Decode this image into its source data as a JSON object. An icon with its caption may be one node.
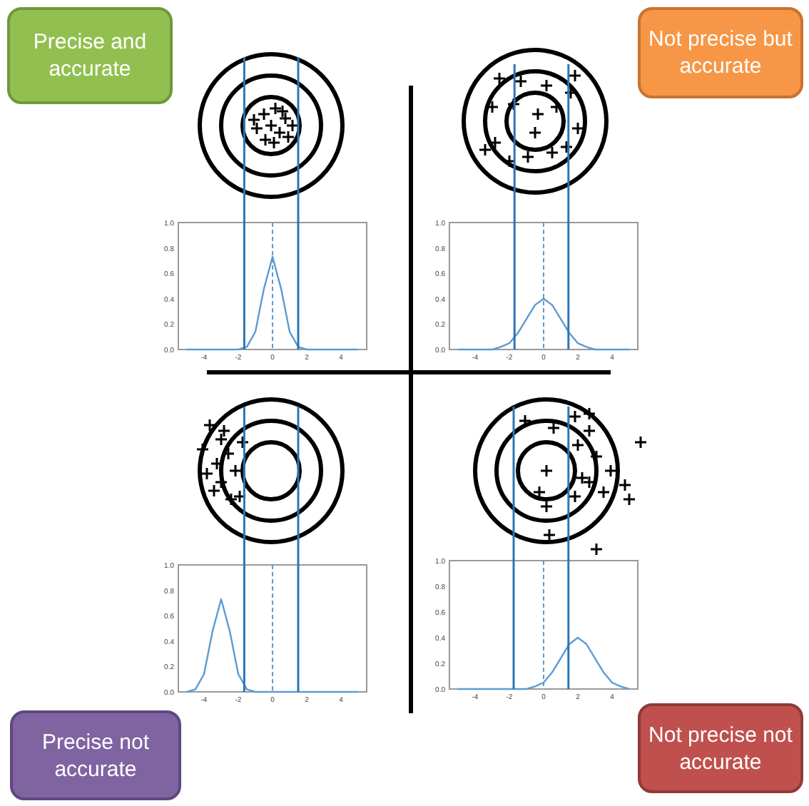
{
  "diagram": {
    "nodes": [
      {
        "text": [
          "Precise and accurate"
        ]
      },
      {
        "text": [
          "Not precise but accurate"
        ]
      },
      {
        "text": [
          "Precise not accurate"
        ]
      },
      {
        "text": [
          "Not precise not accurate"
        ]
      }
    ],
    "chart_data": [
      {
        "type": "line",
        "x": [
          -5,
          -4.5,
          -4,
          -3.5,
          -3,
          -2.5,
          -2,
          -1.5,
          -1,
          -0.5,
          0,
          0.5,
          1,
          1.5,
          2,
          2.5,
          3,
          3.5,
          4,
          4.5,
          5
        ],
        "series": [
          {
            "color": "#5b9bd5",
            "values": [
              0,
              0,
              0,
              0,
              0,
              0,
              0,
              0.02,
              0.14,
              0.48,
              0.73,
              0.48,
              0.14,
              0.02,
              0,
              0,
              0,
              0,
              0,
              0,
              0
            ]
          }
        ],
        "xlim": [
          -5.5,
          5.5
        ],
        "ylim": [
          0,
          1
        ],
        "xticks": [
          -4,
          -2,
          0,
          2,
          4
        ],
        "yticks": [
          {
            "value": 0,
            "label": "0.0"
          },
          {
            "value": 0.2,
            "label": "0.2"
          },
          {
            "value": 0.4,
            "label": "0.4"
          },
          {
            "value": 0.6,
            "label": "0.6"
          },
          {
            "value": 0.8,
            "label": "0.8"
          },
          {
            "value": 1,
            "label": "1.0"
          }
        ]
      },
      {
        "type": "line",
        "x": [
          -5,
          -4.5,
          -4,
          -3.5,
          -3,
          -2.5,
          -2,
          -1.5,
          -1,
          -0.5,
          0,
          0.5,
          1,
          1.5,
          2,
          2.5,
          3,
          3.5,
          4,
          4.5,
          5
        ],
        "series": [
          {
            "color": "#5b9bd5",
            "values": [
              0,
              0,
              0,
              0,
              0,
              0.02,
              0.05,
              0.13,
              0.24,
              0.35,
              0.4,
              0.35,
              0.24,
              0.13,
              0.05,
              0.02,
              0,
              0,
              0,
              0,
              0
            ]
          }
        ],
        "xlim": [
          -5.5,
          5.5
        ],
        "ylim": [
          0,
          1
        ],
        "xticks": [
          -4,
          -2,
          0,
          2,
          4
        ],
        "yticks": [
          {
            "value": 0,
            "label": "0.0"
          },
          {
            "value": 0.2,
            "label": "0.2"
          },
          {
            "value": 0.4,
            "label": "0.4"
          },
          {
            "value": 0.6,
            "label": "0.6"
          },
          {
            "value": 0.8,
            "label": "0.8"
          },
          {
            "value": 1,
            "label": "1.0"
          }
        ]
      },
      {
        "type": "line",
        "x": [
          -5,
          -4.5,
          -4,
          -3.5,
          -3,
          -2.5,
          -2,
          -1.5,
          -1,
          -0.5,
          0,
          0.5,
          1,
          1.5,
          2,
          2.5,
          3,
          3.5,
          4,
          4.5,
          5
        ],
        "series": [
          {
            "color": "#5b9bd5",
            "values": [
              0,
              0.02,
              0.14,
              0.48,
              0.73,
              0.48,
              0.14,
              0.02,
              0,
              0,
              0,
              0,
              0,
              0,
              0,
              0,
              0,
              0,
              0,
              0,
              0
            ]
          }
        ],
        "xlim": [
          -5.5,
          5.5
        ],
        "ylim": [
          0,
          1
        ],
        "xticks": [
          -4,
          -2,
          0,
          2,
          4
        ],
        "yticks": [
          {
            "value": 0,
            "label": "0.0"
          },
          {
            "value": 0.2,
            "label": "0.2"
          },
          {
            "value": 0.4,
            "label": "0.4"
          },
          {
            "value": 0.6,
            "label": "0.6"
          },
          {
            "value": 0.8,
            "label": "0.8"
          },
          {
            "value": 1,
            "label": "1.0"
          }
        ]
      },
      {
        "type": "line",
        "x": [
          -5,
          -4.5,
          -4,
          -3.5,
          -3,
          -2.5,
          -2,
          -1.5,
          -1,
          -0.5,
          0,
          0.5,
          1,
          1.5,
          2,
          2.5,
          3,
          3.5,
          4,
          4.5,
          5
        ],
        "series": [
          {
            "color": "#5b9bd5",
            "values": [
              0,
              0,
              0,
              0,
              0,
              0,
              0,
              0,
              0,
              0.02,
              0.05,
              0.13,
              0.24,
              0.35,
              0.4,
              0.35,
              0.24,
              0.13,
              0.05,
              0.02,
              0
            ]
          }
        ],
        "xlim": [
          -5.5,
          5.5
        ],
        "ylim": [
          0,
          1
        ],
        "xticks": [
          -4,
          -2,
          0,
          2,
          4
        ],
        "yticks": [
          {
            "value": 0,
            "label": "0.0"
          },
          {
            "value": 0.2,
            "label": "0.2"
          },
          {
            "value": 0.4,
            "label": "0.4"
          },
          {
            "value": 0.6,
            "label": "0.6"
          },
          {
            "value": 0.8,
            "label": "0.8"
          },
          {
            "value": 1,
            "label": "1.0"
          }
        ]
      }
    ]
  }
}
